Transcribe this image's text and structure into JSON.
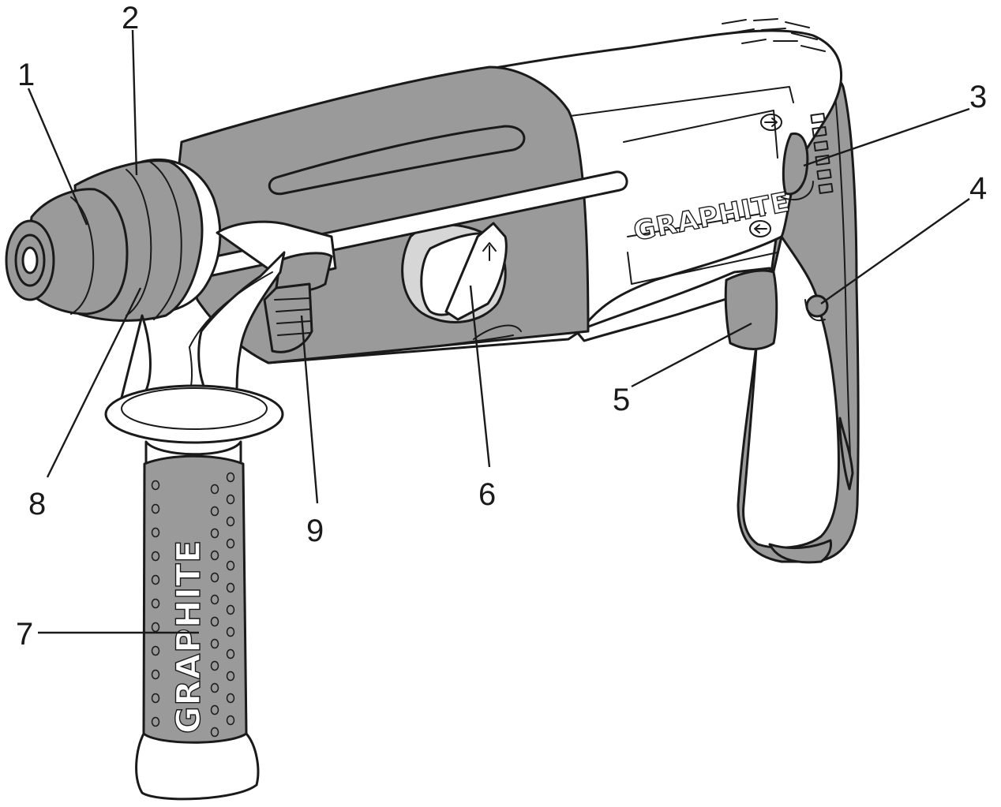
{
  "diagram": {
    "brand_logo_body": "GRAPHITE",
    "brand_logo_handle": "GRAPHITE",
    "colors": {
      "outline": "#1a1a1a",
      "rubber_grey": "#9a9a9a",
      "light_grey": "#d6d6d6",
      "body_white": "#ffffff"
    },
    "callouts": [
      {
        "id": "1",
        "label": "1"
      },
      {
        "id": "2",
        "label": "2"
      },
      {
        "id": "3",
        "label": "3"
      },
      {
        "id": "4",
        "label": "4"
      },
      {
        "id": "5",
        "label": "5"
      },
      {
        "id": "6",
        "label": "6"
      },
      {
        "id": "7",
        "label": "7"
      },
      {
        "id": "8",
        "label": "8"
      },
      {
        "id": "9",
        "label": "9"
      }
    ]
  }
}
